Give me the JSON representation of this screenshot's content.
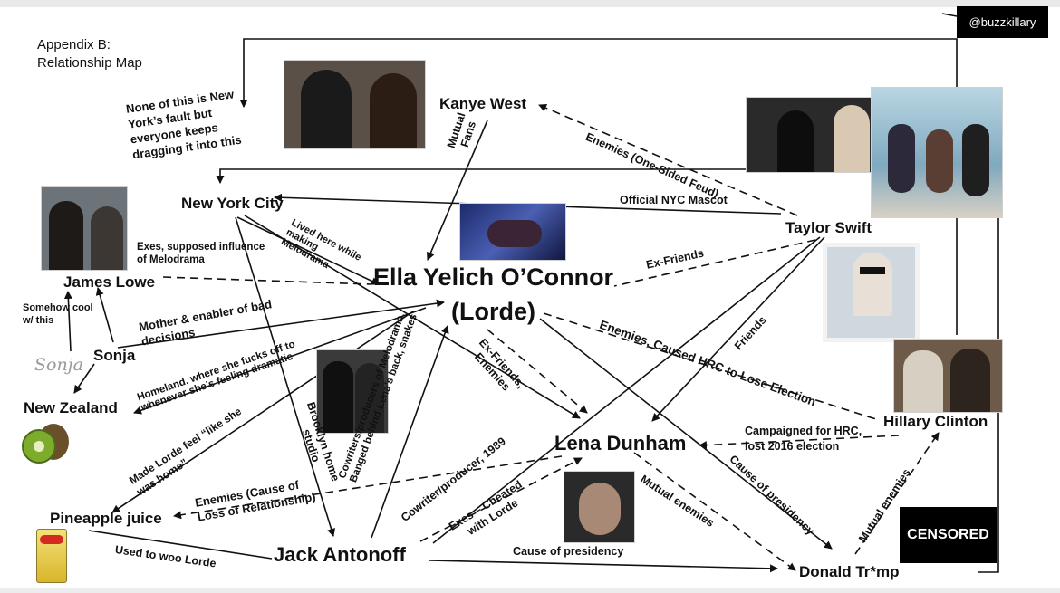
{
  "header": {
    "line1": "Appendix B:",
    "line2": "Relationship Map"
  },
  "brand": {
    "handle": "@buzzkillary"
  },
  "nodes": {
    "lorde_line1": "Ella Yelich O’Connor",
    "lorde_line2": "(Lorde)",
    "kanye": "Kanye West",
    "nyc": "New York City",
    "taylor": "Taylor Swift",
    "james": "James Lowe",
    "sonja": "Sonja",
    "nz": "New Zealand",
    "pineapple": "Pineapple juice",
    "jack": "Jack Antonoff",
    "lena": "Lena Dunham",
    "hillary": "Hillary Clinton",
    "trump": "Donald Tr*mp"
  },
  "labels": {
    "ny_fault": "None of this is New York’s fault but everyone keeps dragging it into this",
    "mutual_fans": "Mutual Fans",
    "enemies_one_sided": "Enemies (One-Sided Feud)",
    "nyc_mascot": "Official NYC Mascot",
    "lived_here": "Lived here while making Melodrama",
    "exes_supposed": "Exes, supposed influence of Melodrama",
    "ex_friends": "Ex-Friends",
    "somehow_cool": "Somehow cool w/ this",
    "mother_enabler": "Mother & enabler of bad decisions",
    "homeland": "Homeland, where she fucks off to whenever she’s feeling dramatic",
    "brooklyn": "Brooklyn home studio",
    "cowriters": "Cowriters/producers of Melodrama, Banged behind Lena’s back, snakes",
    "ex_friends_enemies": "Ex-Friends, Enemies",
    "enemies_hrc": "Enemies, Caused HRC to Lose Election",
    "friends": "Friends",
    "made_lorde_feel": "Made Lorde feel “like she was home”",
    "enemies_cause": "Enemies (Cause of Loss of Relationship)",
    "cowriter_1989": "Cowriter/producer, 1989",
    "exes_cheated": "Exes – Cheated with Lorde",
    "campaigned": "Campaigned for HRC, lost 2016 election",
    "cause_presidency_1": "Cause of presidency",
    "mutual_enemies_1": "Mutual enemies",
    "mutual_enemies_2": "Mutual enemies",
    "used_to_woo": "Used to woo Lorde",
    "cause_presidency_2": "Cause of presidency"
  },
  "photos": [
    {
      "name": "kanye-lorde-photo",
      "color": "#5a5048"
    },
    {
      "name": "lorde-portrait-photo",
      "color": "#3b4f8a"
    },
    {
      "name": "kanye-taylor-vma-photo",
      "color": "#2a2a2a"
    },
    {
      "name": "taylor-pool-photo",
      "color": "#9fb9c6"
    },
    {
      "name": "lorde-james-car-photo",
      "color": "#6c747a"
    },
    {
      "name": "taylor-1989-album-photo",
      "color": "#cfd8df"
    },
    {
      "name": "lorde-jack-photo",
      "color": "#3a3a3a"
    },
    {
      "name": "lena-dunham-photo",
      "color": "#8a6f5e"
    },
    {
      "name": "hillary-lorde-selfie-photo",
      "color": "#6d5a48"
    },
    {
      "name": "kiwi-fruit-photo",
      "color": "#7a8a2b"
    },
    {
      "name": "dole-pineapple-can-photo",
      "color": "#e6c435"
    }
  ],
  "sonja_signature": "Sonja",
  "censored": {
    "text": "CENSORED"
  },
  "colors": {
    "line": "#111111",
    "brand_bg": "#000000"
  }
}
